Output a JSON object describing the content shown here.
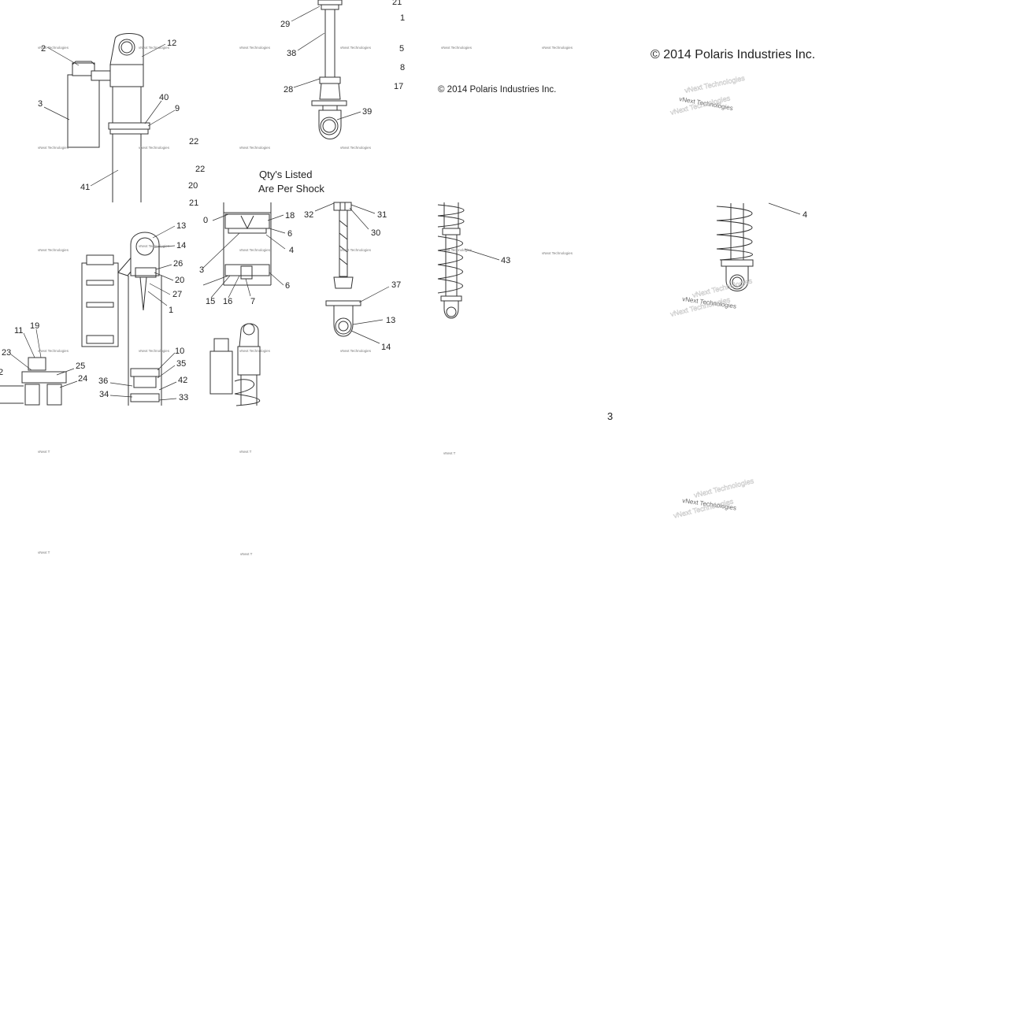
{
  "diagram": {
    "note_line1": "Qty's Listed",
    "note_line2": "Are Per Shock",
    "copyright_large": "© 2014 Polaris Industries Inc.",
    "copyright_small": "© 2014 Polaris Industries Inc.",
    "watermark": "vNext Technologies",
    "watermark_short": "vNext T",
    "label_3_standalone": "3",
    "callouts": {
      "c2": "2",
      "c12": "12",
      "c3": "3",
      "c40": "40",
      "c9": "9",
      "c41": "41",
      "c22a": "22",
      "c22b": "22",
      "c20a": "20",
      "c21a": "21",
      "c21b": "21",
      "c29": "29",
      "c38": "38",
      "c28": "28",
      "c39": "39",
      "c1a": "1",
      "c5": "5",
      "c8": "8",
      "c17": "17",
      "c13a": "13",
      "c14a": "14",
      "c26": "26",
      "c20b": "20",
      "c27": "27",
      "c1b": "1",
      "c11": "11",
      "c19": "19",
      "c23": "23",
      "c2b": "2",
      "c25": "25",
      "c24": "24",
      "c10": "10",
      "c35": "35",
      "c36": "36",
      "c42": "42",
      "c34": "34",
      "c33": "33",
      "c0": "0",
      "c18": "18",
      "c6a": "6",
      "c4a": "4",
      "c3b": "3",
      "c6b": "6",
      "c15": "15",
      "c16": "16",
      "c7": "7",
      "c32": "32",
      "c31": "31",
      "c30": "30",
      "c37": "37",
      "c13b": "13",
      "c14b": "14",
      "c43": "43",
      "c4b": "4"
    }
  }
}
